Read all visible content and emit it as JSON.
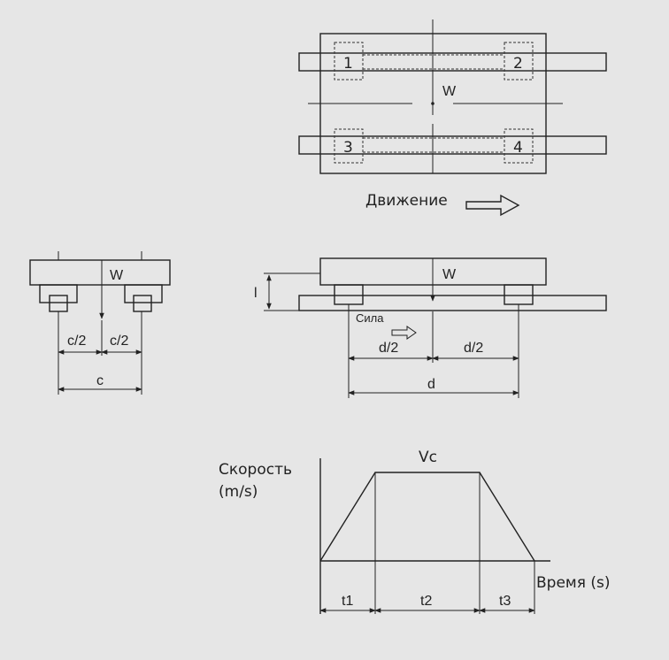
{
  "top_view": {
    "blocks": [
      "1",
      "2",
      "3",
      "4"
    ],
    "load_label": "W",
    "motion_label": "Движение"
  },
  "front_view": {
    "load_label": "W",
    "dim_half_left": "c/2",
    "dim_half_right": "c/2",
    "dim_total": "c"
  },
  "side_view": {
    "load_label": "W",
    "height_label": "l",
    "force_label": "Сила",
    "dim_half_left": "d/2",
    "dim_half_right": "d/2",
    "dim_total": "d"
  },
  "velocity_profile": {
    "y_label_line1": "Скорость",
    "y_label_line2": "(m/s)",
    "x_label": "Время (s)",
    "peak_label": "Vc",
    "segments": [
      "t1",
      "t2",
      "t3"
    ]
  }
}
